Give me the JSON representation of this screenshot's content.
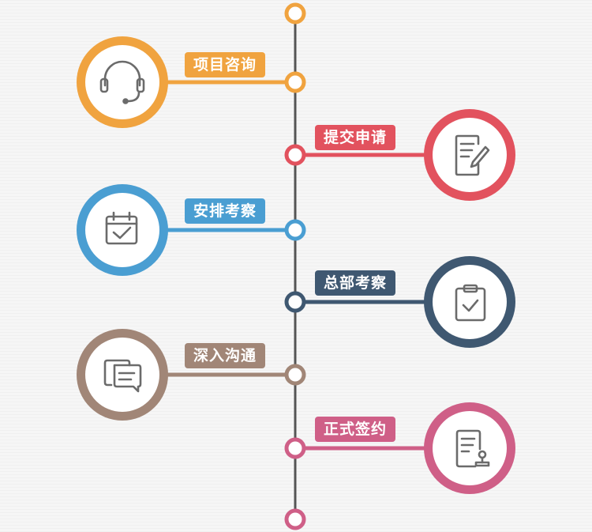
{
  "steps": [
    {
      "label": "项目咨询",
      "icon": "headset-icon",
      "color": "#f0a33f"
    },
    {
      "label": "提交申请",
      "icon": "form-edit-icon",
      "color": "#e2525e"
    },
    {
      "label": "安排考察",
      "icon": "calendar-check-icon",
      "color": "#4a9ed2"
    },
    {
      "label": "总部考察",
      "icon": "clipboard-check-icon",
      "color": "#3f5871"
    },
    {
      "label": "深入沟通",
      "icon": "chat-bubbles-icon",
      "color": "#a18677"
    },
    {
      "label": "正式签约",
      "icon": "contract-stamp-icon",
      "color": "#cf5f87"
    }
  ],
  "colors": {
    "timeline": "#555555",
    "icon_stroke": "#6b6b6b"
  }
}
